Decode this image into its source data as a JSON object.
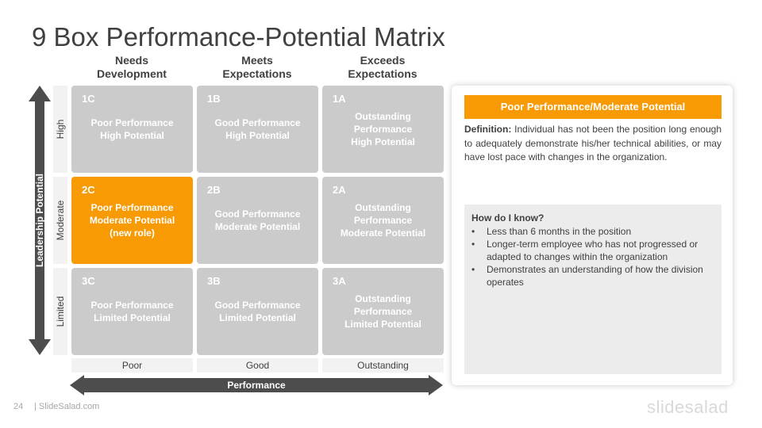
{
  "slide": {
    "title": "9 Box Performance-Potential Matrix",
    "page_number": "24",
    "footer_site": "| SlideSalad.com",
    "logo_text": "slidesalad"
  },
  "columns": [
    {
      "label": "Needs\nDevelopment"
    },
    {
      "label": "Meets\nExpectations"
    },
    {
      "label": "Exceeds\nExpectations"
    }
  ],
  "rows": [
    {
      "label": "High"
    },
    {
      "label": "Moderate"
    },
    {
      "label": "Limited"
    }
  ],
  "axes": {
    "vertical_label": "Leadership Potential",
    "horizontal_label": "Performance",
    "performance_levels": [
      "Poor",
      "Good",
      "Outstanding"
    ]
  },
  "cells": [
    {
      "code": "1C",
      "text": "Poor Performance\nHigh Potential"
    },
    {
      "code": "1B",
      "text": "Good Performance\nHigh Potential"
    },
    {
      "code": "1A",
      "text": "Outstanding\nPerformance\nHigh Potential"
    },
    {
      "code": "2C",
      "text": "Poor Performance\nModerate Potential\n(new role)"
    },
    {
      "code": "2B",
      "text": "Good Performance\nModerate Potential"
    },
    {
      "code": "2A",
      "text": "Outstanding\nPerformance\nModerate Potential"
    },
    {
      "code": "3C",
      "text": "Poor Performance\nLimited Potential"
    },
    {
      "code": "3B",
      "text": "Good Performance\nLimited Potential"
    },
    {
      "code": "3A",
      "text": "Outstanding\nPerformance\nLimited Potential"
    }
  ],
  "panel": {
    "heading": "Poor Performance/Moderate Potential",
    "definition_label": "Definition:",
    "definition_text": " Individual has not been the position long enough to adequately demonstrate his/her technical abilities, or may have lost pace with changes in the organization.",
    "know_heading": "How do I know?",
    "know_items": [
      "Less than 6 months in the position",
      "Longer-term employee who has not progressed or adapted to changes within the organization",
      "Demonstrates an understanding  of how the division operates"
    ]
  },
  "colors": {
    "accent": "#f79a04",
    "cell_gray": "#cbcbcb",
    "arrow": "#4d4d4d",
    "text": "#404040"
  }
}
